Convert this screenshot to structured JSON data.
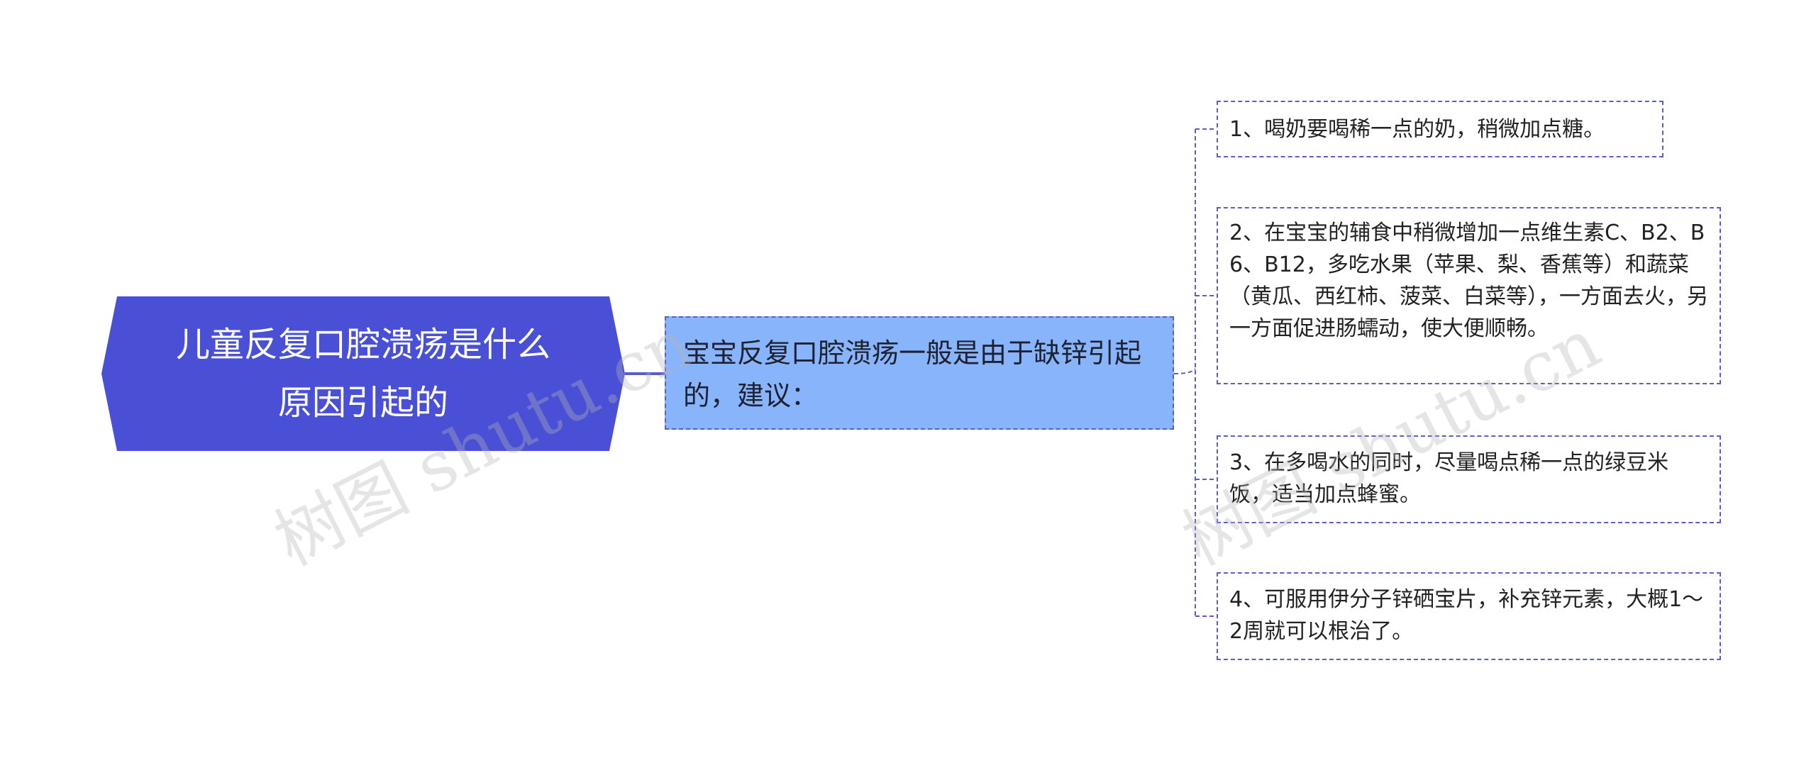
{
  "root": {
    "line1": "儿童反复口腔溃疡是什么",
    "line2": "原因引起的"
  },
  "middle": {
    "text": "宝宝反复口腔溃疡一般是由于缺锌引起的，建议："
  },
  "leaves": [
    {
      "text": "1、喝奶要喝稀一点的奶，稍微加点糖。"
    },
    {
      "text": "2、在宝宝的辅食中稍微增加一点维生素C、B2、B6、B12，多吃水果（苹果、梨、香蕉等）和蔬菜（黄瓜、西红柿、菠菜、白菜等），一方面去火，另一方面促进肠蠕动，使大便顺畅。"
    },
    {
      "text": "3、在多喝水的同时，尽量喝点稀一点的绿豆米饭，适当加点蜂蜜。"
    },
    {
      "text": "4、可服用伊分子锌硒宝片，补充锌元素，大概1～2周就可以根治了。"
    }
  ],
  "watermark": {
    "left": "树图 shutu.cn",
    "right": "树图 shutu.cn"
  },
  "colors": {
    "root_fill": "#4a50d6",
    "middle_fill": "#88b4fc",
    "connector": "#5a5fc8"
  }
}
